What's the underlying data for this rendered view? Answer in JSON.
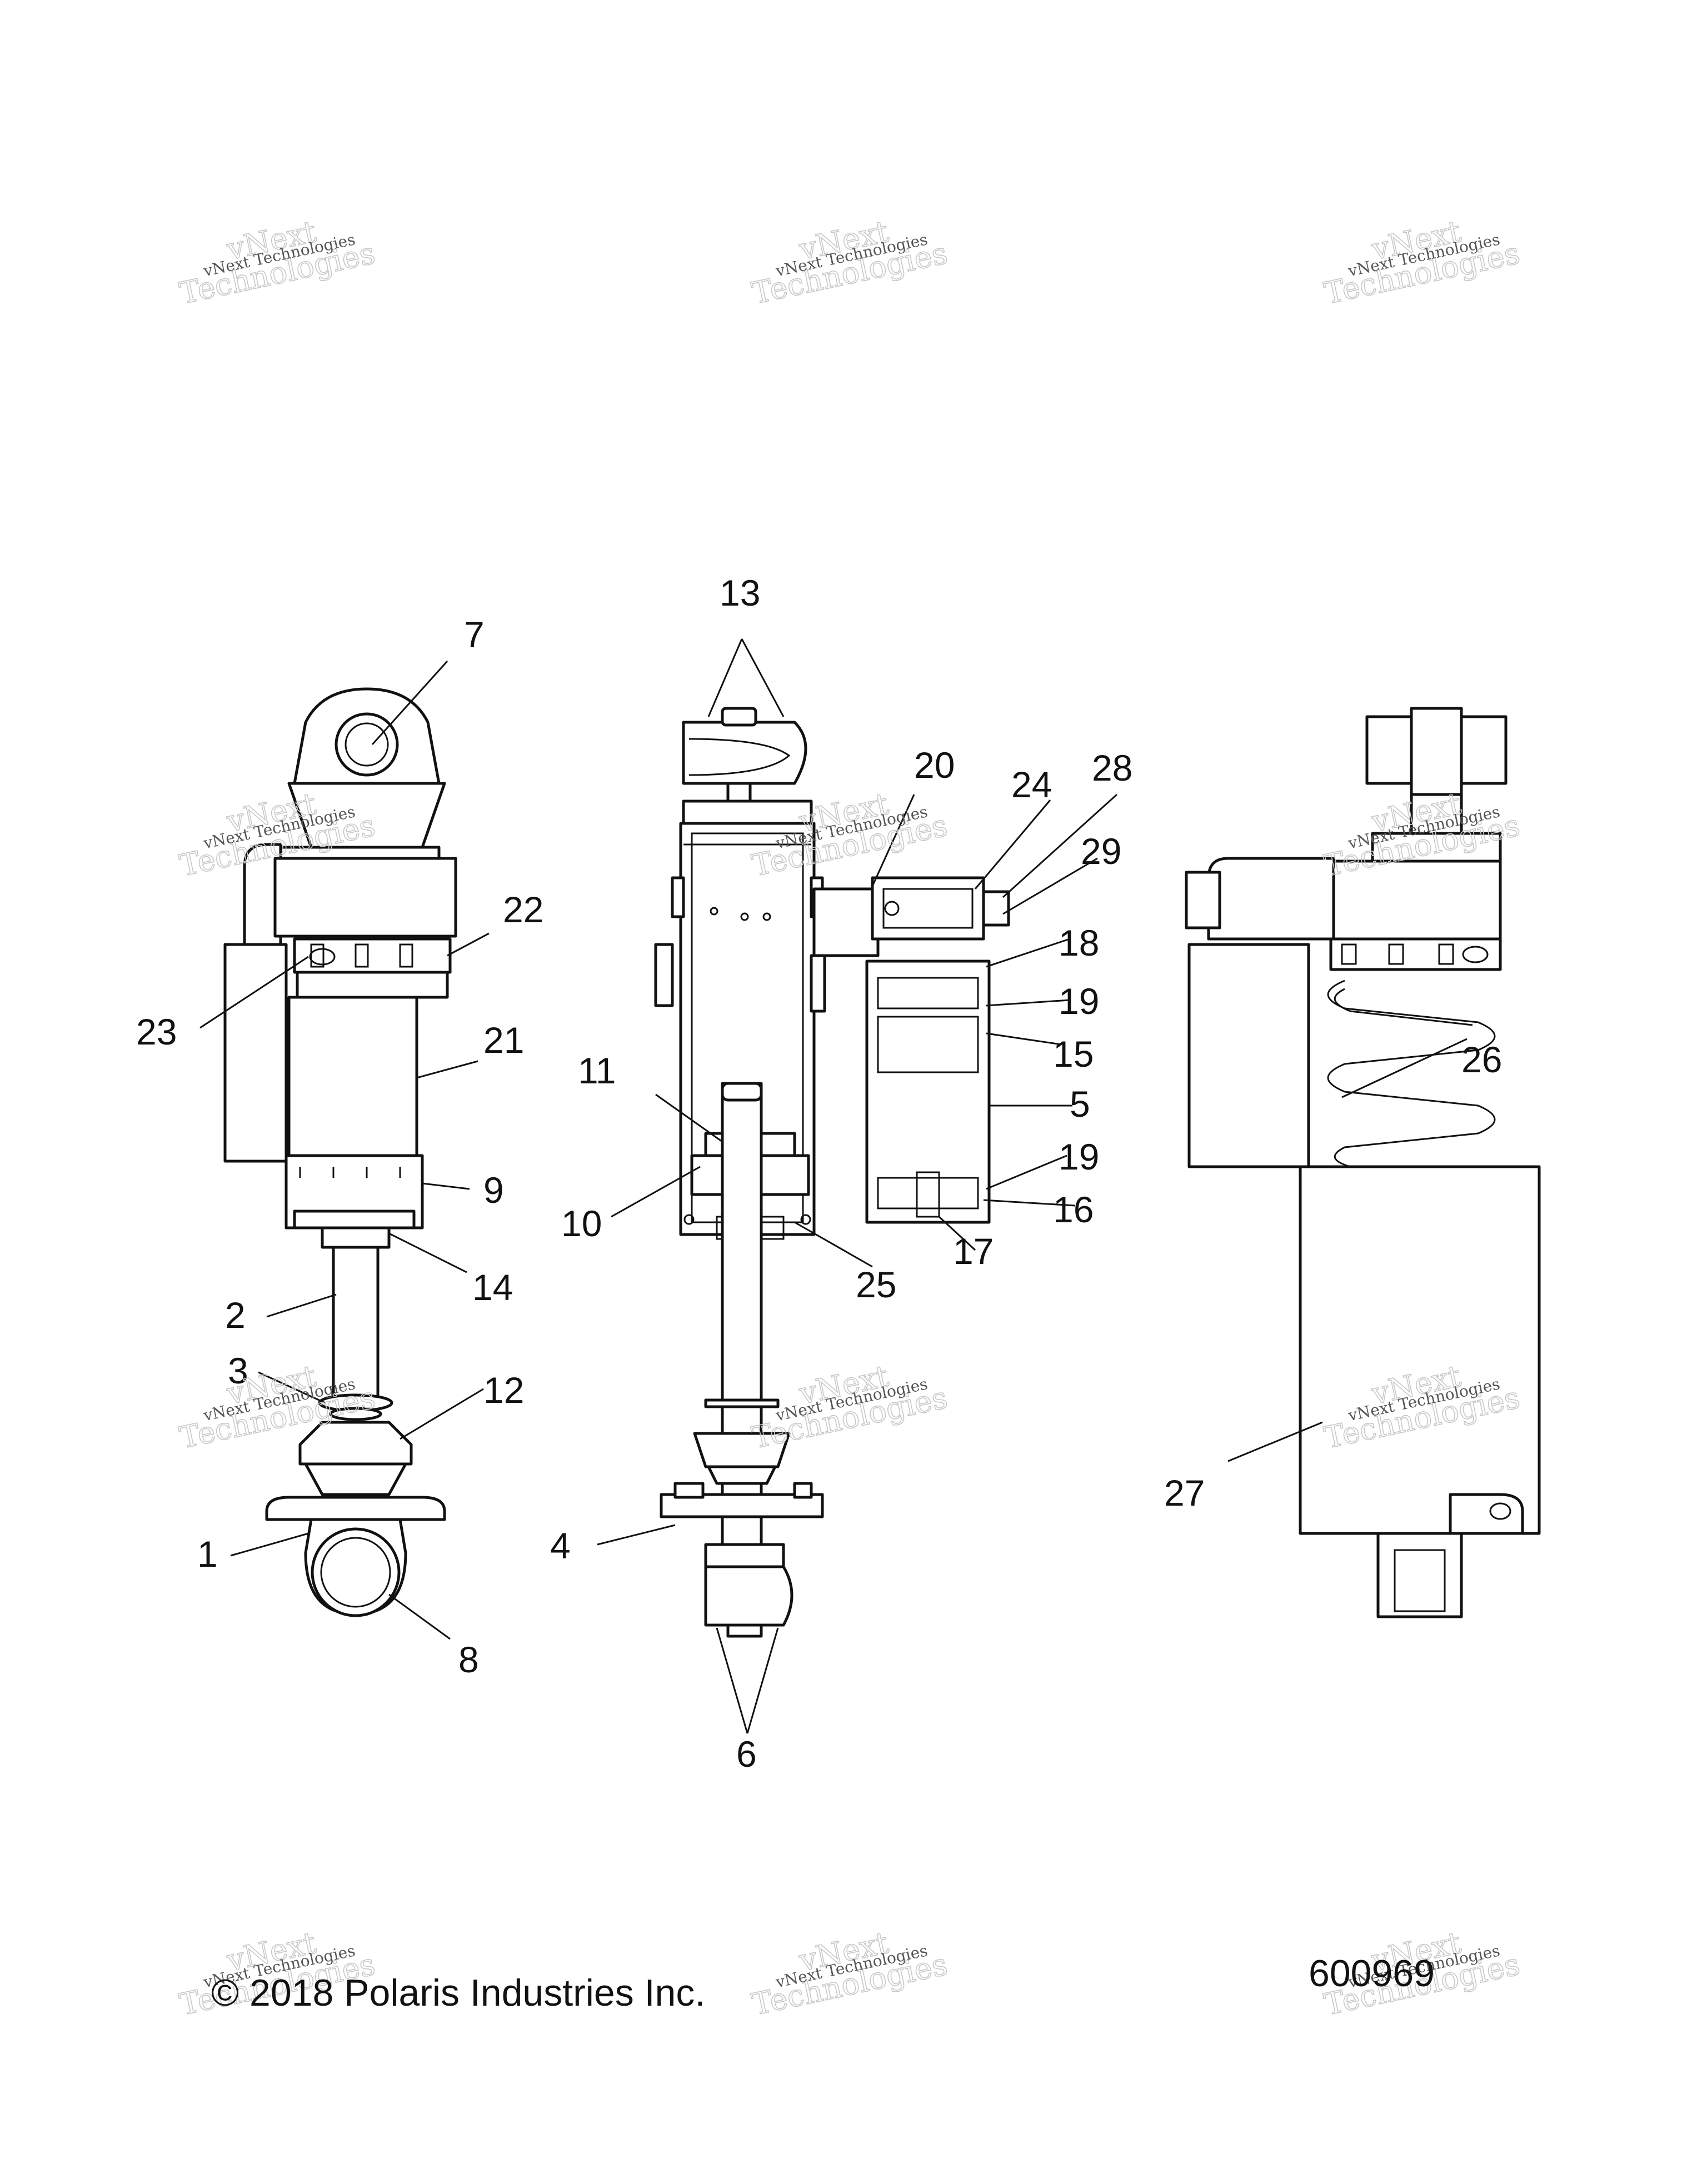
{
  "diagram": {
    "callouts": [
      {
        "id": "1",
        "text": "1"
      },
      {
        "id": "2",
        "text": "2"
      },
      {
        "id": "3",
        "text": "3"
      },
      {
        "id": "4",
        "text": "4"
      },
      {
        "id": "5",
        "text": "5"
      },
      {
        "id": "6",
        "text": "6"
      },
      {
        "id": "7",
        "text": "7"
      },
      {
        "id": "8",
        "text": "8"
      },
      {
        "id": "9",
        "text": "9"
      },
      {
        "id": "10",
        "text": "10"
      },
      {
        "id": "11",
        "text": "11"
      },
      {
        "id": "12",
        "text": "12"
      },
      {
        "id": "13",
        "text": "13"
      },
      {
        "id": "14",
        "text": "14"
      },
      {
        "id": "15",
        "text": "15"
      },
      {
        "id": "16",
        "text": "16"
      },
      {
        "id": "17",
        "text": "17"
      },
      {
        "id": "18",
        "text": "18"
      },
      {
        "id": "19a",
        "text": "19"
      },
      {
        "id": "19b",
        "text": "19"
      },
      {
        "id": "20",
        "text": "20"
      },
      {
        "id": "21",
        "text": "21"
      },
      {
        "id": "22",
        "text": "22"
      },
      {
        "id": "23",
        "text": "23"
      },
      {
        "id": "24",
        "text": "24"
      },
      {
        "id": "25",
        "text": "25"
      },
      {
        "id": "26",
        "text": "26"
      },
      {
        "id": "27",
        "text": "27"
      },
      {
        "id": "28",
        "text": "28"
      },
      {
        "id": "29",
        "text": "29"
      }
    ]
  },
  "footer": {
    "copyright": "© 2018 Polaris Industries Inc.",
    "figure_number": "600969"
  },
  "watermark": {
    "line1": "vNext Technologies",
    "line2": "vNext",
    "line3": "Technologies"
  }
}
